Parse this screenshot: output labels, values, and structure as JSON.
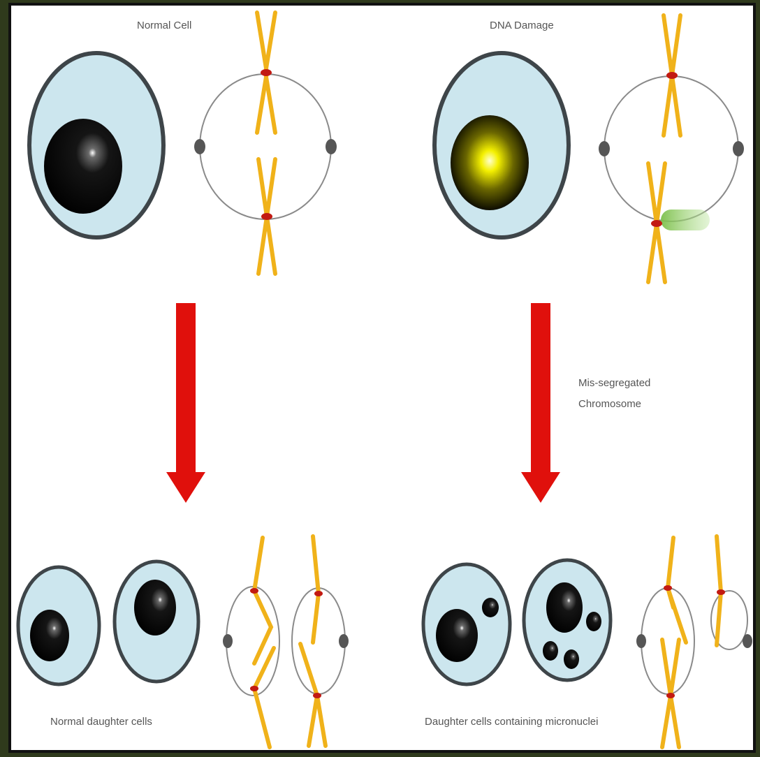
{
  "labels": {
    "normal_cell": "Normal Cell",
    "dna_damage": "DNA Damage",
    "mis_segregated_line1": "Mis-segregated",
    "mis_segregated_line2": "Chromosome",
    "normal_daughter_cells": "Normal daughter cells",
    "daughter_cells_micronuclei": "Daughter cells containing micronuclei"
  },
  "colors": {
    "frame": "#111111",
    "cytoplasm": "#cce6ee",
    "membrane": "#3e4549",
    "nucleus": "#000000",
    "chromosome": "#f0b21a",
    "centromere": "#c21a12",
    "arrow": "#e0100c",
    "damage_glow": "#f4f000",
    "lagging_glow": "#9fce70"
  }
}
